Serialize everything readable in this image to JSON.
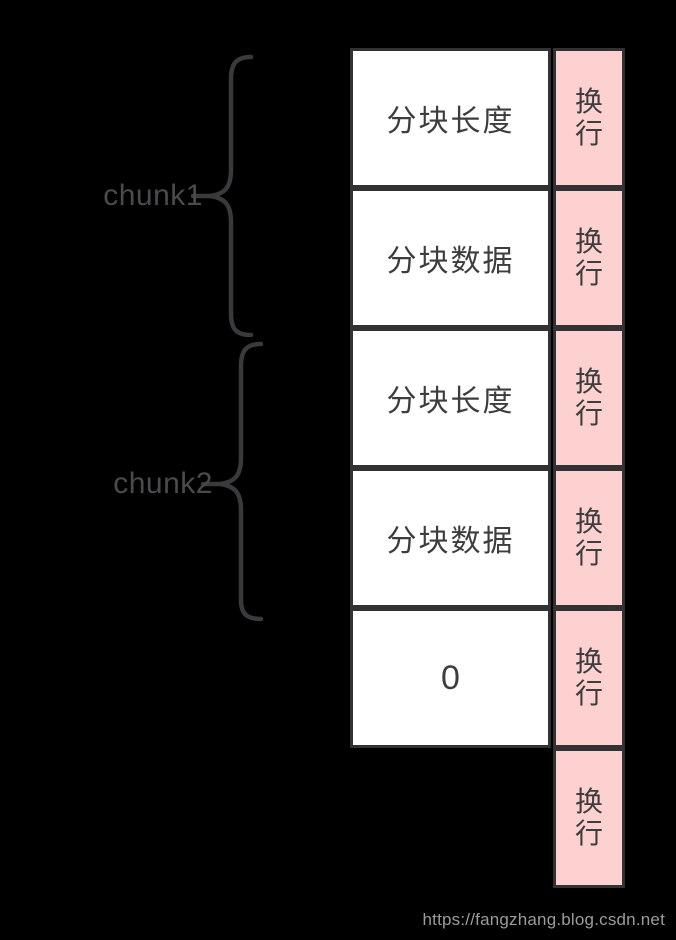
{
  "diagram": {
    "chunk1_label": "chunk1",
    "chunk2_label": "chunk2",
    "left_cells": [
      "分块长度",
      "分块数据",
      "分块长度",
      "分块数据",
      "0"
    ],
    "crlf_cells": [
      "换行",
      "换行",
      "换行",
      "换行",
      "换行",
      "换行"
    ]
  },
  "watermark": "https://fangzhang.blog.csdn.net",
  "colors": {
    "background": "#000000",
    "crlf_bg": "#fcd1d0",
    "cell_bg": "#ffffff",
    "border": "#323234",
    "cell_text": "#3d3d3d",
    "label_text": "#4b4b4d",
    "brace": "#3a3a3c",
    "watermark_text": "#9c9c9c"
  }
}
